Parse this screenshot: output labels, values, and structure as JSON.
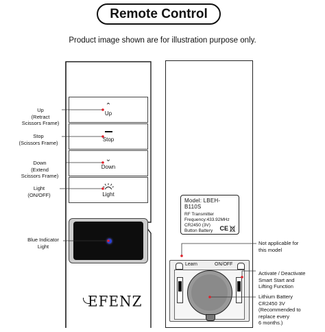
{
  "header": {
    "title": "Remote Control",
    "subtitle": "Product image shown are for illustration purpose only."
  },
  "front": {
    "buttons": [
      {
        "glyph": "⌃",
        "label": "Up"
      },
      {
        "glyph": "—",
        "label": "Stop"
      },
      {
        "glyph": "⌄",
        "label": "Down"
      },
      {
        "glyph": "☼",
        "label": "Light"
      }
    ],
    "brand": "EFENZ"
  },
  "left_callouts": {
    "up": [
      "Up",
      "(Retract",
      "Scissors Frame)"
    ],
    "stop": [
      "Stop",
      "(Scissors Frame)"
    ],
    "down": [
      "Down",
      "(Extend",
      "Scissors Frame)"
    ],
    "light": [
      "Light",
      "(ON/OFF)"
    ],
    "indicator": [
      "Blue Indicator",
      "Light"
    ]
  },
  "back": {
    "model": "Model: LBEH-B110S",
    "lines": [
      "RF Transmitter",
      "Frequency:433.92MHz",
      "CR2450 (3V)",
      "Button Battery"
    ],
    "marks": "CE",
    "switch_left": "Learn",
    "switch_right": "ON/OFF"
  },
  "right_callouts": {
    "na": [
      "Not applicable for",
      "this model"
    ],
    "activate": [
      "Activate / Deactivate",
      "Smart Start and",
      "Lifting Function"
    ],
    "battery": [
      "Lithium Battery",
      "CR2450 3V",
      "(Recommended to",
      "replace every",
      "6 months.)"
    ]
  },
  "colors": {
    "indicator": "#2b3fd6",
    "callout_dot": "#e0202a"
  }
}
